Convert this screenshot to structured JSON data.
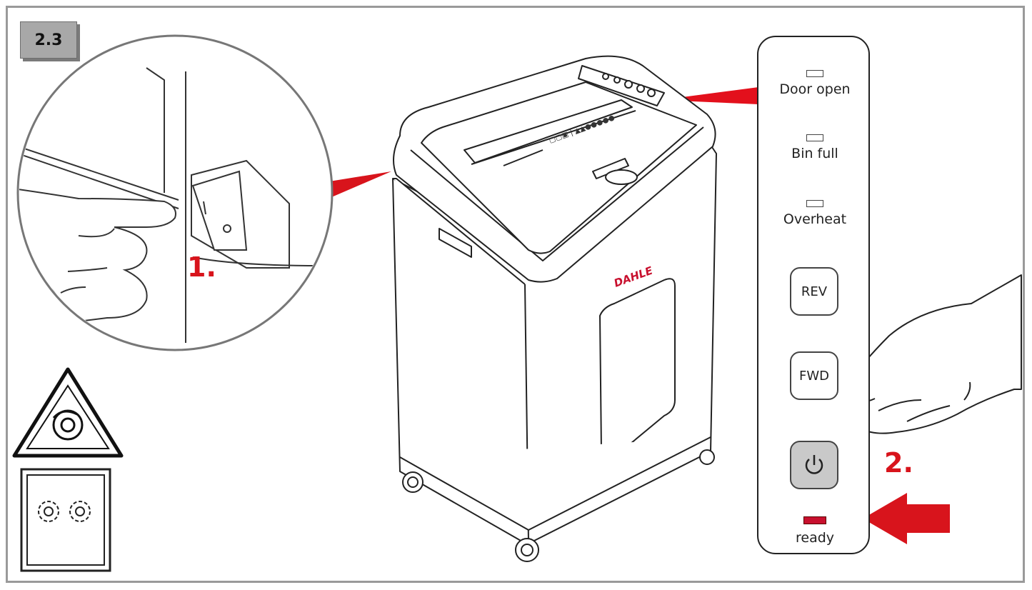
{
  "step_number": "2.3",
  "step_labels": {
    "switch_on": "1.",
    "press_power": "2."
  },
  "shredder": {
    "brand": "DAHLE"
  },
  "control_panel": {
    "indicators": [
      {
        "label": "Door open"
      },
      {
        "label": "Bin full"
      },
      {
        "label": "Overheat"
      }
    ],
    "buttons": {
      "reverse": "REV",
      "forward": "FWD"
    },
    "ready_label": "ready"
  },
  "colors": {
    "accent_red": "#d8141c",
    "ready_led": "#c8102e",
    "badge_gray": "#a8a8a8",
    "frame_gray": "#9a9a9a"
  },
  "icons": [
    "rotating-parts-warning-icon",
    "gears-icon",
    "power-icon"
  ]
}
